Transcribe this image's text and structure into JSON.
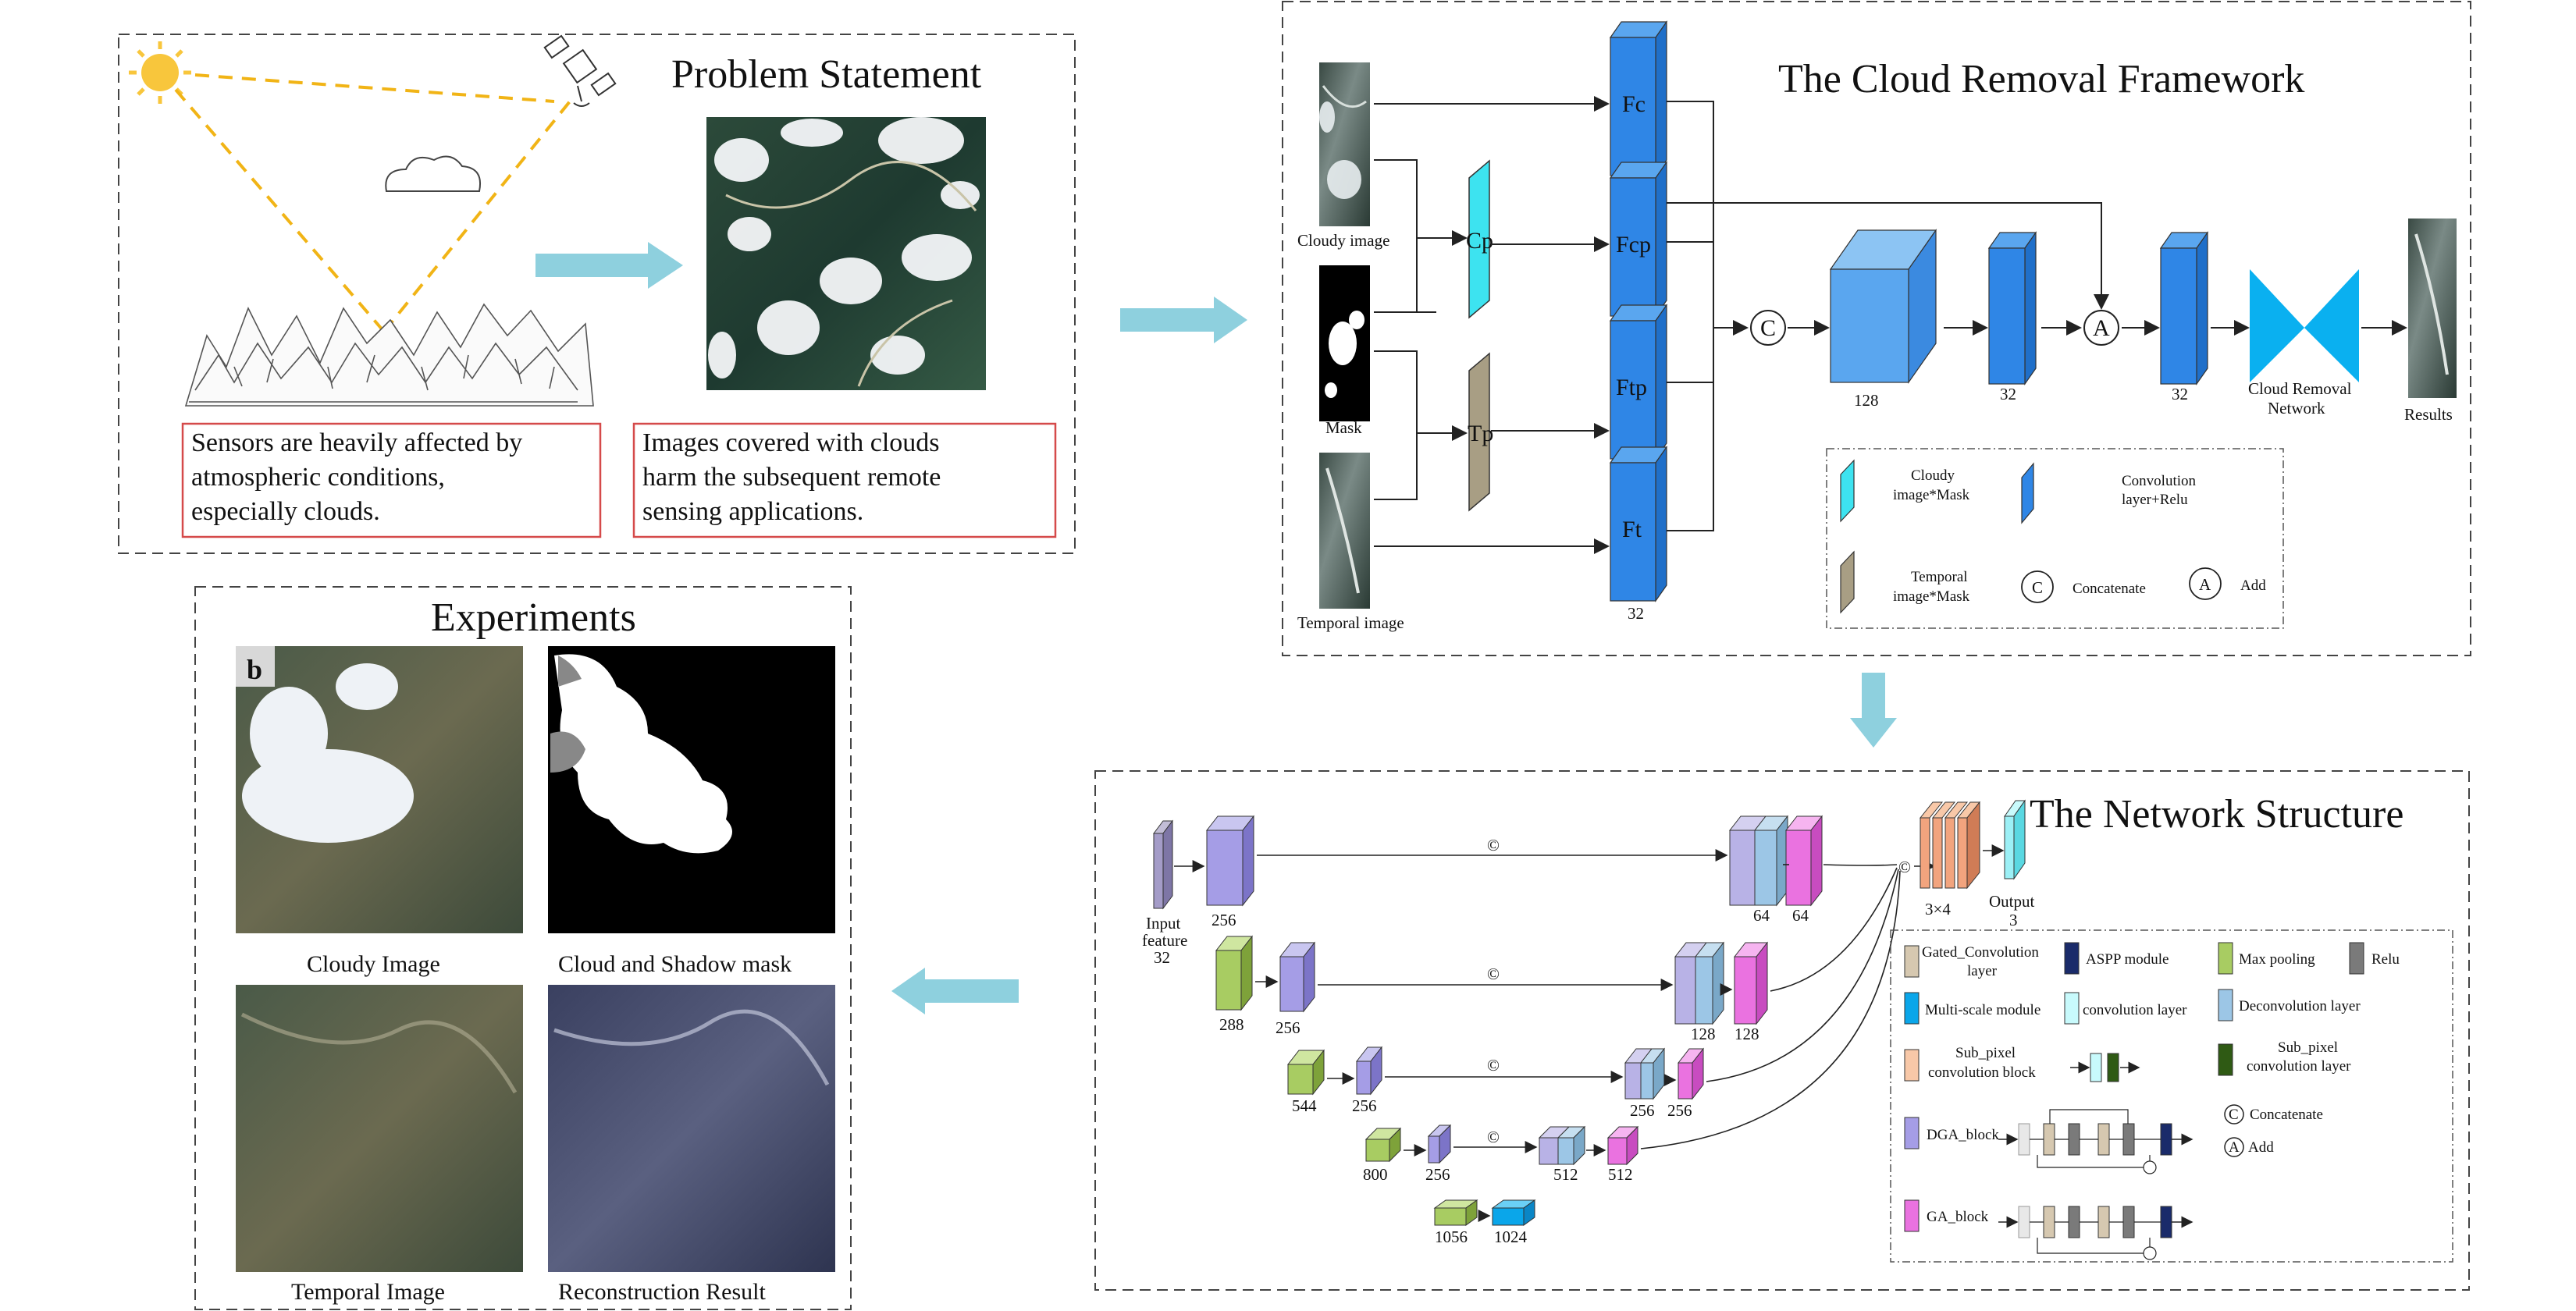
{
  "problem": {
    "title": "Problem Statement",
    "left_text": [
      "Sensors are heavily affected by",
      "atmospheric conditions,",
      "especially clouds."
    ],
    "right_text": [
      "Images covered with clouds",
      "harm the subsequent remote",
      "sensing applications."
    ]
  },
  "framework": {
    "title": "The Cloud Removal Framework",
    "inputs": {
      "cloudy": "Cloudy image",
      "mask": "Mask",
      "temporal": "Temporal image"
    },
    "products": {
      "cp": "Cp",
      "tp": "Tp"
    },
    "features": {
      "fc": "Fc",
      "fcp": "Fcp",
      "ftp": "Ftp",
      "ft": "Ft",
      "channels": "32"
    },
    "concat": "C",
    "add": "A",
    "block128": "128",
    "block32a": "32",
    "block32b": "32",
    "crn": [
      "Cloud Removal",
      "Network"
    ],
    "results": "Results",
    "legend": {
      "cloudy_mask": [
        "Cloudy",
        "image*Mask"
      ],
      "conv_relu": [
        "Convolution",
        "layer+Relu"
      ],
      "temporal_mask": [
        "Temporal",
        "image*Mask"
      ],
      "concatenate": "Concatenate",
      "add": "Add"
    },
    "colors": {
      "cyan": "#3de3f0",
      "taupe": "#a89e84",
      "blue": "#2f86e6"
    }
  },
  "experiments": {
    "title": "Experiments",
    "badge": "b",
    "captions": [
      "Cloudy Image",
      "Cloud and Shadow mask",
      "Temporal Image",
      "Reconstruction Result"
    ]
  },
  "network": {
    "title": "The Network Structure",
    "input_label": [
      "Input",
      "feature",
      "32"
    ],
    "row1": {
      "enc": "256",
      "dec1": "64",
      "dec2": "64"
    },
    "row2": {
      "a": "288",
      "b": "256",
      "dec1": "128",
      "dec2": "128"
    },
    "row3": {
      "a": "544",
      "b": "256",
      "dec1": "256",
      "dec2": "256"
    },
    "row4": {
      "a": "800",
      "b": "256",
      "dec1": "512",
      "dec2": "512"
    },
    "row5": {
      "a": "1056",
      "b": "1024"
    },
    "subpixel_label": "3×4",
    "output_label": [
      "Output",
      "3"
    ],
    "concat_symbol": "©",
    "legend": {
      "gated": [
        "Gated_Convolution",
        "layer"
      ],
      "aspp": "ASPP module",
      "maxpool": "Max pooling",
      "relu": "Relu",
      "multiscale": "Multi-scale module",
      "conv": "convolution layer",
      "deconv": "Deconvolution layer",
      "subpixel_block": [
        "Sub_pixel",
        "convolution block"
      ],
      "subpixel_layer": [
        "Sub_pixel",
        "convolution layer"
      ],
      "dga": "DGA_block",
      "ga": "GA_block",
      "concatenate": "Concatenate",
      "add": "Add"
    }
  }
}
